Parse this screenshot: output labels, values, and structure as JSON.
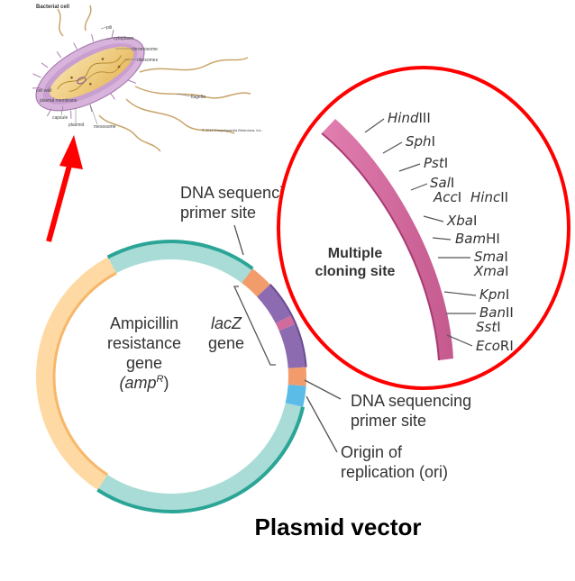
{
  "bacterial_cell": {
    "title": "Bacterial cell",
    "labels": [
      "pili",
      "cytoplasm",
      "chromosome",
      "ribosomes",
      "flagella",
      "cell wall",
      "plasma membrane",
      "capsule",
      "plasmid",
      "mesosome"
    ],
    "copyright": "© 2012 Encyclopædia Britannica, Inc."
  },
  "plasmid": {
    "labels": {
      "primer_top": [
        "DNA sequencing",
        "primer site"
      ],
      "amp": [
        "Ampicillin",
        "resistance",
        "gene",
        "(amp",
        "R",
        ")"
      ],
      "lacz": [
        "lacZ",
        "gene"
      ],
      "primer_bottom": [
        "DNA sequencing",
        "primer site"
      ],
      "ori": [
        "Origin of",
        "replication (ori)"
      ]
    }
  },
  "mcs": {
    "title": [
      "Multiple",
      "cloning site"
    ],
    "enzymes": [
      {
        "italic": "Hind",
        "roman": "III"
      },
      {
        "italic": "Sph",
        "roman": "I"
      },
      {
        "italic": "Pst",
        "roman": "I"
      },
      {
        "italic": "Sal",
        "roman": "I"
      },
      {
        "italic": "Acc",
        "roman": "I"
      },
      {
        "italic": "Hinc",
        "roman": "II"
      },
      {
        "italic": "Xba",
        "roman": "I"
      },
      {
        "italic": "Bam",
        "roman": "HI"
      },
      {
        "italic": "Sma",
        "roman": "I"
      },
      {
        "italic": "Xma",
        "roman": "I"
      },
      {
        "italic": "Kpn",
        "roman": "I"
      },
      {
        "italic": "Ban",
        "roman": "II"
      },
      {
        "italic": "Sst",
        "roman": "I"
      },
      {
        "italic": "Eco",
        "roman": "RI"
      }
    ]
  },
  "caption": "Plasmid vector",
  "colors": {
    "teal": "#2aa596",
    "teal_light": "#a9dcd6",
    "amp": "#f7b76a",
    "amp_light": "#ffd9a3",
    "lacz": "#8c6bb1",
    "primer": "#f39c6b",
    "ori": "#5bbce8",
    "mcs": "#d16b9c",
    "highlight": "#ff0000"
  }
}
